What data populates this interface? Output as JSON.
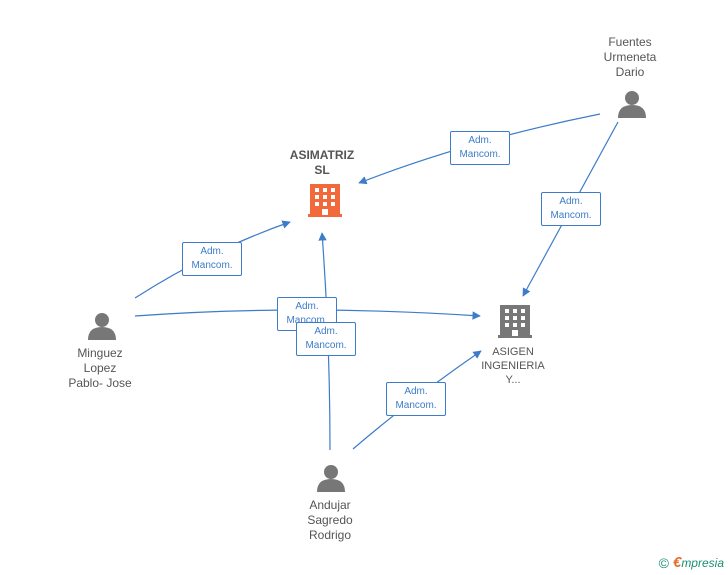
{
  "nodes": {
    "asimatriz": {
      "lines": [
        "ASIMATRIZ",
        "SL"
      ],
      "color": "#f26a3b"
    },
    "asigen": {
      "lines": [
        "ASIGEN",
        "INGENIERIA",
        "Y..."
      ],
      "color": "#777777"
    },
    "fuentes": {
      "lines": [
        "Fuentes",
        "Urmeneta",
        "Dario"
      ]
    },
    "minguez": {
      "lines": [
        "Minguez",
        "Lopez",
        "Pablo- Jose"
      ]
    },
    "andujar": {
      "lines": [
        "Andujar",
        "Sagredo",
        "Rodrigo"
      ]
    }
  },
  "edge_label": [
    "Adm.",
    "Mancom."
  ],
  "edge_color": "#3d7cc9",
  "brand": {
    "copyright": "©",
    "e": "€",
    "rest": "mpresia"
  }
}
